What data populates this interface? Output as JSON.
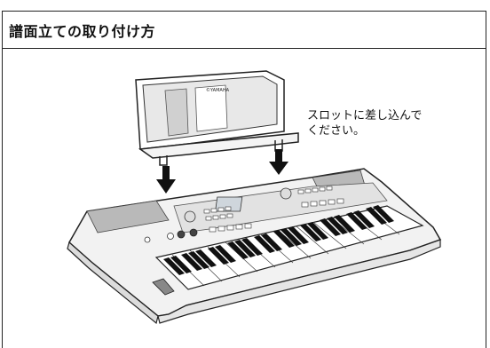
{
  "section": {
    "title": "譜面立ての取り付け方"
  },
  "callout": {
    "line1": "スロットに差し込んで",
    "line2": "ください。"
  },
  "illustration": {
    "stand_brand": "©YAMAHA"
  }
}
